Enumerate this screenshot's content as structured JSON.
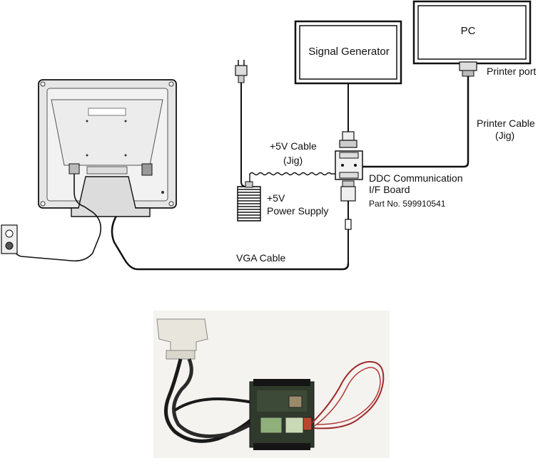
{
  "boxes": {
    "pc": "PC",
    "signal_generator": "Signal Generator"
  },
  "labels": {
    "printer_port": "Printer port",
    "printer_cable_line1": "Printer Cable",
    "printer_cable_line2": "(Jig)",
    "cable_5v_line1": "+5V Cable",
    "cable_5v_line2": "(Jig)",
    "ddc_line1": "DDC Communication",
    "ddc_line2": "I/F Board",
    "part_no": "Part No. 599910541",
    "power_supply_line1": "+5V",
    "power_supply_line2": "Power Supply",
    "vga_cable": "VGA Cable"
  }
}
